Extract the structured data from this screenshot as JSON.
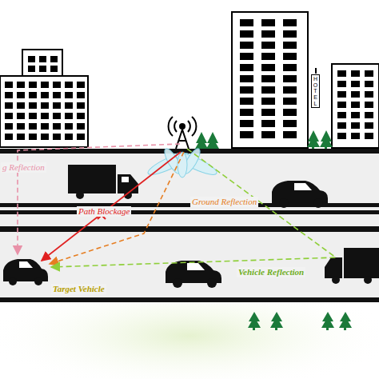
{
  "diagram": {
    "labels": [
      "g Reflection",
      "Path Blockage",
      "Ground Reflection",
      "Vehicle Reflection",
      "Target Vehicle",
      "HOTEL"
    ]
  }
}
